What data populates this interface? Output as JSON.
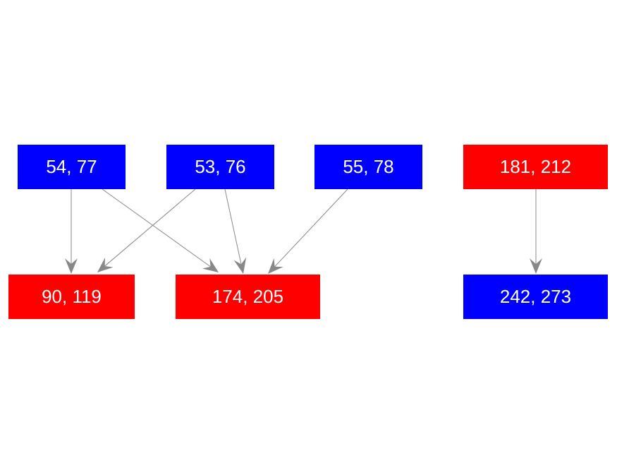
{
  "colors": {
    "blue": "#0000ff",
    "red": "#ff0000",
    "edge": "#888888"
  },
  "nodes": [
    {
      "id": "n1",
      "label": "54, 77",
      "color": "blue"
    },
    {
      "id": "n2",
      "label": "53, 76",
      "color": "blue"
    },
    {
      "id": "n3",
      "label": "55, 78",
      "color": "blue"
    },
    {
      "id": "n4",
      "label": "181, 212",
      "color": "red"
    },
    {
      "id": "n5",
      "label": "90, 119",
      "color": "red"
    },
    {
      "id": "n6",
      "label": "174, 205",
      "color": "red"
    },
    {
      "id": "n7",
      "label": "242, 273",
      "color": "blue"
    }
  ],
  "edges": [
    {
      "from": "n1",
      "to": "n5"
    },
    {
      "from": "n1",
      "to": "n6"
    },
    {
      "from": "n2",
      "to": "n5"
    },
    {
      "from": "n2",
      "to": "n6"
    },
    {
      "from": "n3",
      "to": "n6"
    },
    {
      "from": "n4",
      "to": "n7"
    }
  ]
}
